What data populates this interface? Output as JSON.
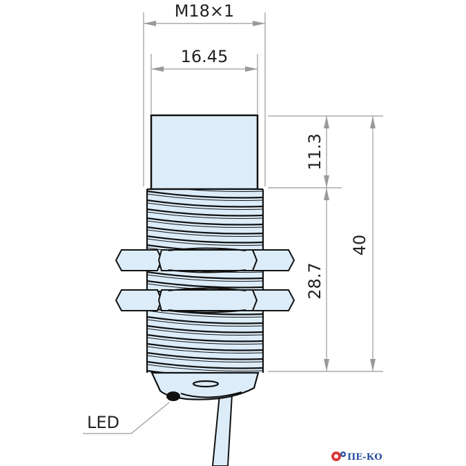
{
  "colors": {
    "body_fill": "#dcecf8",
    "outline": "#111111",
    "dimension_line": "#9a9a9a",
    "text": "#222222",
    "logo_red": "#d93a3a",
    "logo_blue": "#2a4ea0"
  },
  "dimensions": {
    "thread_label": "M18×1",
    "head_diameter_label": "16.45",
    "head_length_label": "11.3",
    "threaded_length_label": "28.7",
    "total_length_label": "40"
  },
  "callouts": {
    "led_label": "LED"
  },
  "logo": {
    "text": "ПЕ-КО",
    "icon": "gear-logo-icon"
  }
}
